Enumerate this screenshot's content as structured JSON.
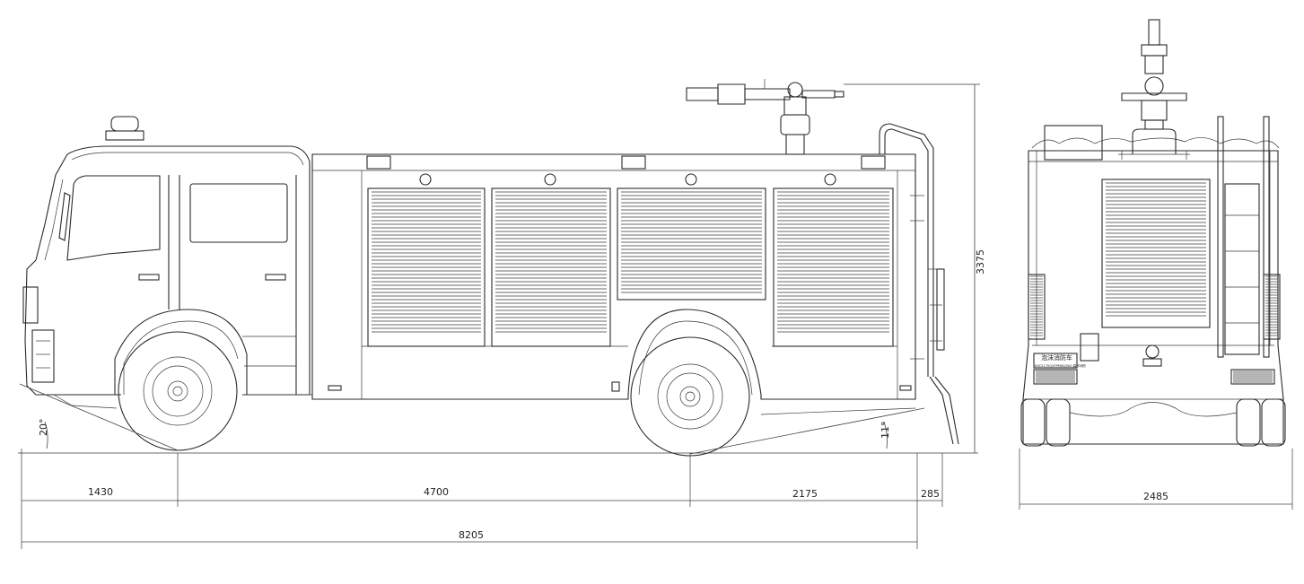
{
  "drawing": {
    "dimensions": {
      "front_overhang": "1430",
      "wheelbase": "4700",
      "rear_overhang": "2175",
      "ladder_offset": "285",
      "overall_length": "8205",
      "overall_height": "3375",
      "approach_angle": "20°",
      "departure_angle": "11°",
      "overall_width": "2485"
    },
    "rear_plate": {
      "title": "泡沫消防车",
      "subtitle": "BXC5170GXFPM60/SK0 森林消防"
    }
  }
}
